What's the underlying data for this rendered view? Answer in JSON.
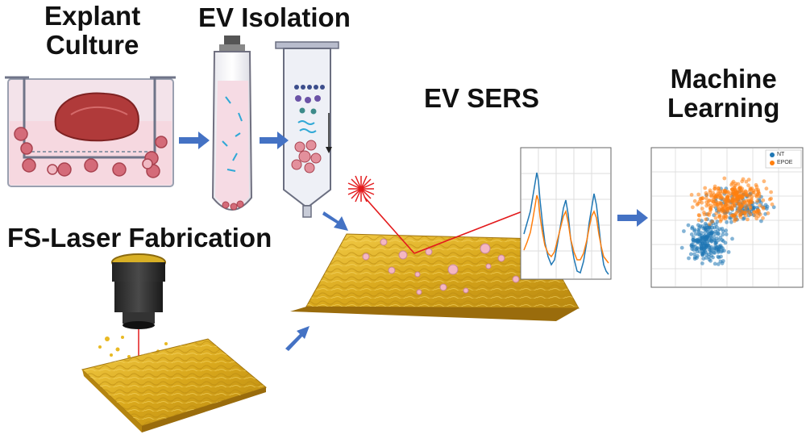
{
  "labels": {
    "explant_line1": "Explant",
    "explant_line2": "Culture",
    "ev_isolation": "EV Isolation",
    "ev_sers": "EV SERS",
    "ml_line1": "Machine",
    "ml_line2": "Learning",
    "fs_laser": "FS-Laser Fabrication"
  },
  "legend": {
    "nt": "NT",
    "epoe": "EPOE"
  },
  "colors": {
    "gold": "#e0b224",
    "gold_dark": "#a57a12",
    "arrow": "#4472c4",
    "laser": "#e31a1c",
    "series_blue": "#1f77b4",
    "series_orange": "#ff7f0e",
    "tissue": "#b03a3a",
    "particle_pink": "#f4b6c2"
  },
  "icons": [
    "laser-burst-icon",
    "objective-lens-icon",
    "transwell-icon",
    "tube-icon",
    "spin-column-icon"
  ]
}
